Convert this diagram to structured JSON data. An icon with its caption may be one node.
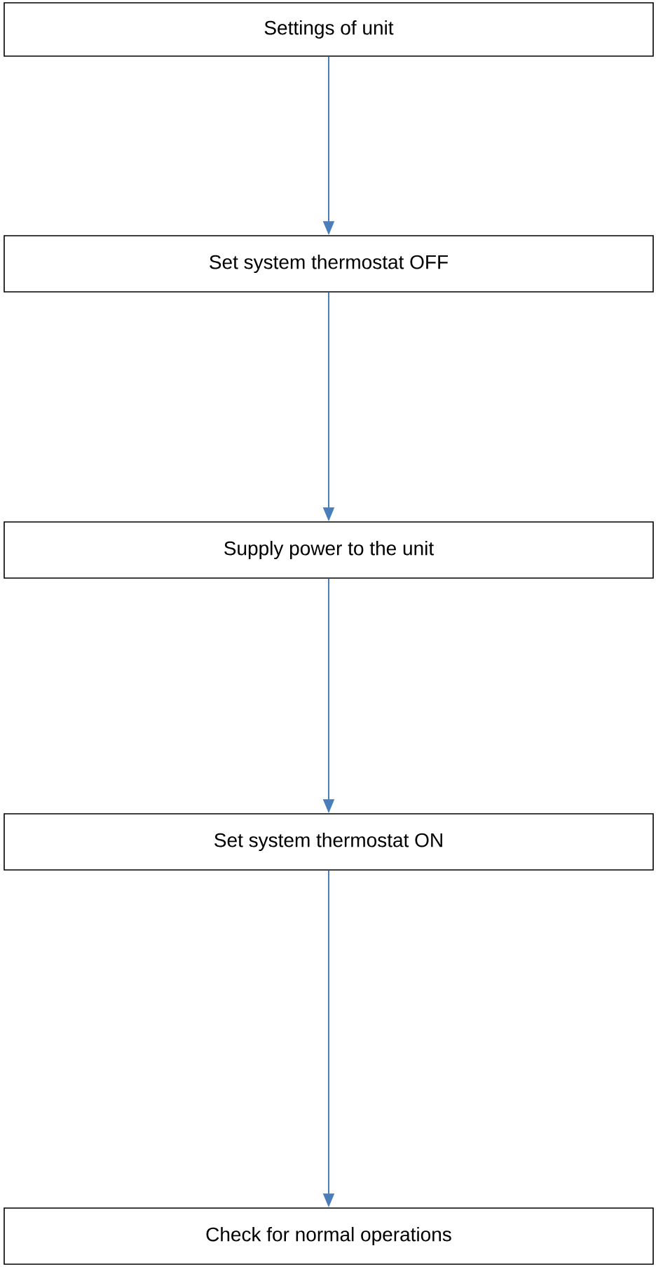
{
  "diagram": {
    "nodes": [
      {
        "text": [
          "Settings of unit"
        ]
      },
      {
        "text": [
          "Set system thermostat OFF"
        ]
      },
      {
        "text": [
          "Supply power to the unit"
        ]
      },
      {
        "text": [
          "Set system thermostat ON"
        ]
      },
      {
        "text": [
          "Check for normal operations"
        ]
      }
    ],
    "edges": [
      {
        "from": 0,
        "to": 1,
        "arrow": "to"
      },
      {
        "from": 1,
        "to": 2,
        "arrow": "to"
      },
      {
        "from": 2,
        "to": 3,
        "arrow": "to"
      },
      {
        "from": 3,
        "to": 4,
        "arrow": "to"
      }
    ]
  }
}
